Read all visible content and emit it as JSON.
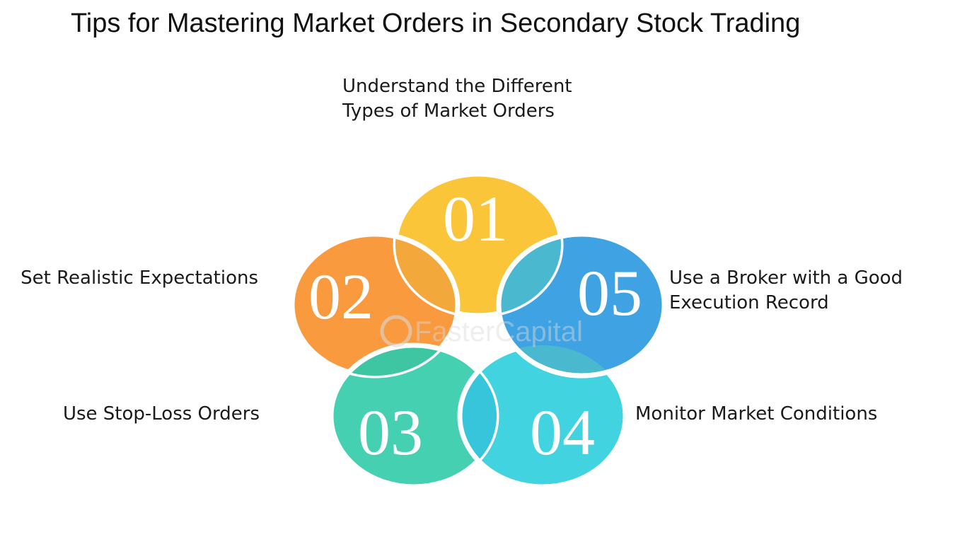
{
  "title": "Tips for Mastering Market Orders in Secondary Stock Trading",
  "watermark": "FasterCapital",
  "petals": [
    {
      "number": "01",
      "lines": [
        "Understand the Different",
        "Types of Market Orders"
      ],
      "color": "#fbc53a",
      "overlap_color": "#f9b835"
    },
    {
      "number": "02",
      "lines": [
        "Set Realistic Expectations"
      ],
      "color": "#f89a3d",
      "overlap_color": "#f3a83b"
    },
    {
      "number": "03",
      "lines": [
        "Use Stop-Loss Orders"
      ],
      "color": "#46d0b2",
      "overlap_color": "#3ec6a3"
    },
    {
      "number": "04",
      "lines": [
        "Monitor Market Conditions"
      ],
      "color": "#42d3e1",
      "overlap_color": "#37c5dc"
    },
    {
      "number": "05",
      "lines": [
        "Use a Broker with a Good",
        "Execution Record"
      ],
      "color": "#3fa2e2",
      "overlap_color": "#4ab8ce"
    }
  ]
}
